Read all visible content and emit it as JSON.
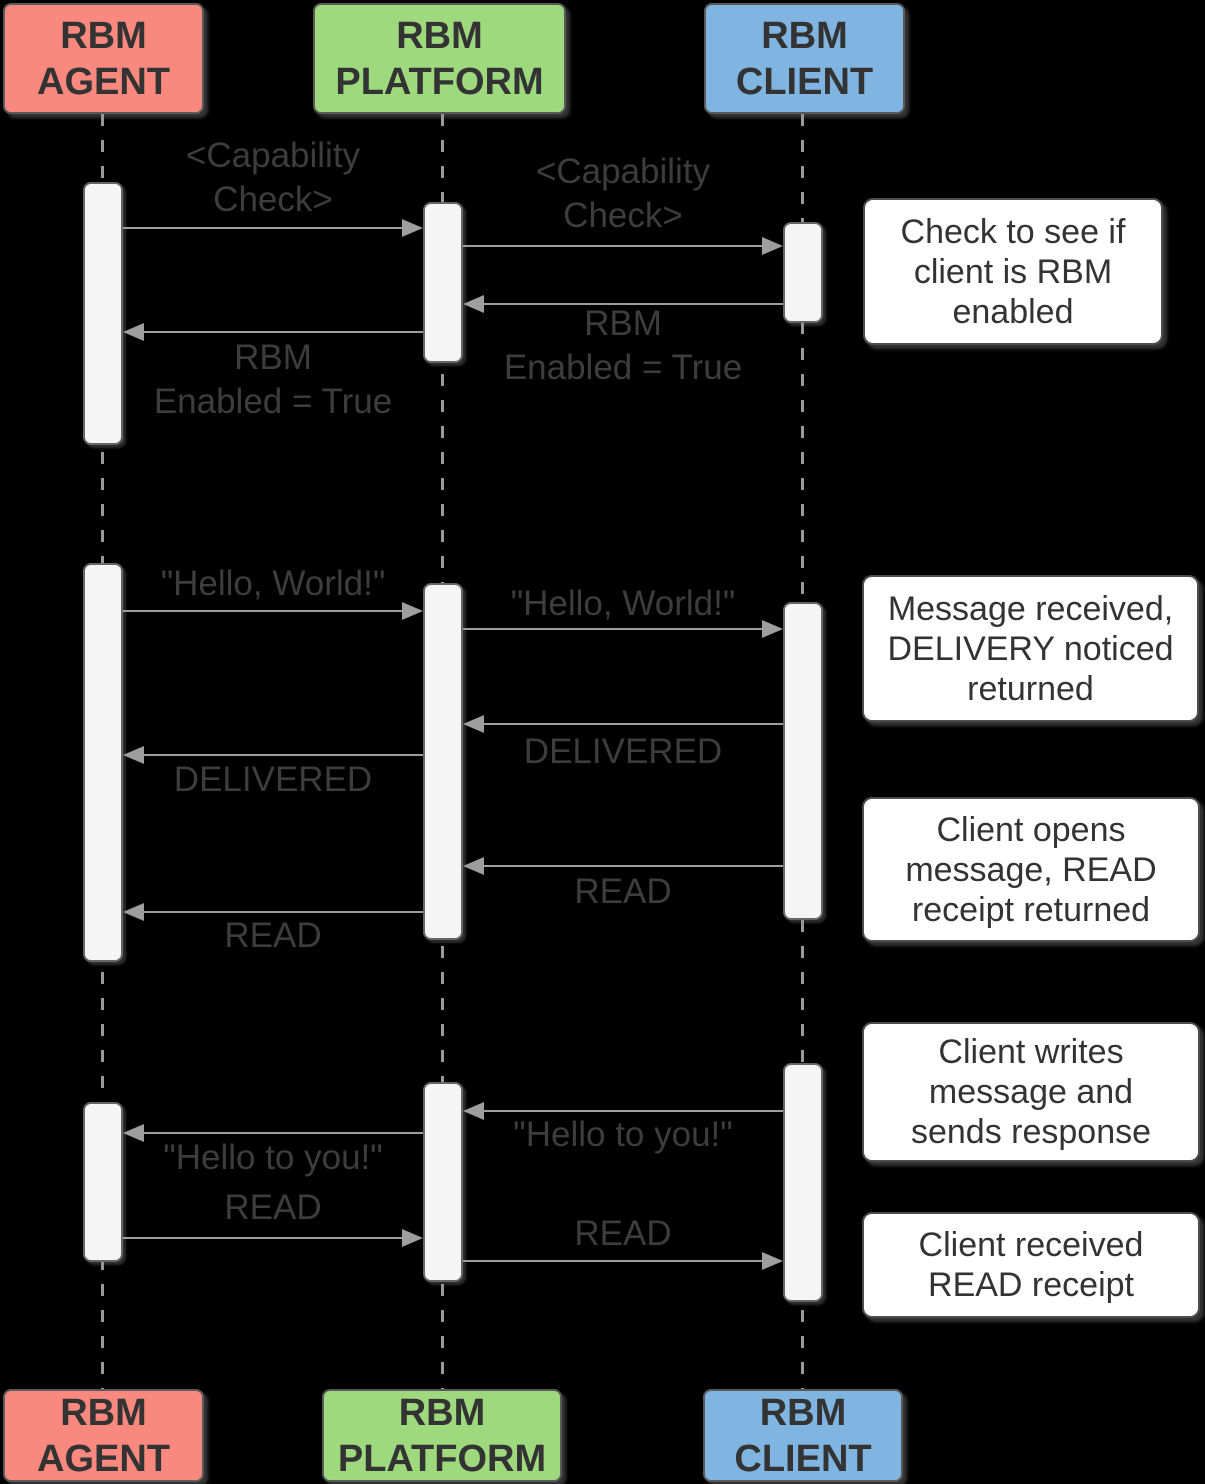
{
  "diagram_title": "RBM message flow sequence diagram",
  "palette": {
    "background": "#000000",
    "agent_fill": "#F9887F",
    "platform_fill": "#9FD97D",
    "client_fill": "#7FB5E0",
    "actor_border": "#5A5A5A",
    "actor_text": "#333333",
    "activation_fill": "#F5F5F5",
    "activation_border": "#666666",
    "line_gray": "#9E9E9E",
    "label_text": "#3D3D3D",
    "note_fill": "#FFFFFF",
    "note_border": "#4D4D4D",
    "note_text": "#333333"
  },
  "actors": [
    {
      "id": "agent",
      "label": "RBM\nAGENT",
      "color": "#F9887F"
    },
    {
      "id": "platform",
      "label": "RBM\nPLATFORM",
      "color": "#9FD97D"
    },
    {
      "id": "client",
      "label": "RBM\nCLIENT",
      "color": "#7FB5E0"
    }
  ],
  "messages": [
    {
      "from": "agent",
      "to": "platform",
      "label": "<Capability\nCheck>"
    },
    {
      "from": "platform",
      "to": "client",
      "label": "<Capability\nCheck>"
    },
    {
      "from": "client",
      "to": "platform",
      "label": "RBM\nEnabled = True"
    },
    {
      "from": "platform",
      "to": "agent",
      "label": "RBM\nEnabled = True"
    },
    {
      "from": "agent",
      "to": "platform",
      "label": "\"Hello, World!\""
    },
    {
      "from": "platform",
      "to": "client",
      "label": "\"Hello, World!\""
    },
    {
      "from": "client",
      "to": "platform",
      "label": "DELIVERED"
    },
    {
      "from": "platform",
      "to": "agent",
      "label": "DELIVERED"
    },
    {
      "from": "client",
      "to": "platform",
      "label": "READ"
    },
    {
      "from": "platform",
      "to": "agent",
      "label": "READ"
    },
    {
      "from": "client",
      "to": "platform",
      "label": "\"Hello to you!\""
    },
    {
      "from": "platform",
      "to": "agent",
      "label": "\"Hello to you!\""
    },
    {
      "from": "agent",
      "to": "platform",
      "label": "READ"
    },
    {
      "from": "platform",
      "to": "client",
      "label": "READ"
    }
  ],
  "notes": [
    {
      "text": "Check to see if client is RBM enabled"
    },
    {
      "text": "Message received, DELIVERY noticed returned"
    },
    {
      "text": "Client opens message, READ receipt returned"
    },
    {
      "text": "Client writes message and sends response"
    },
    {
      "text": "Client received READ receipt"
    }
  ]
}
